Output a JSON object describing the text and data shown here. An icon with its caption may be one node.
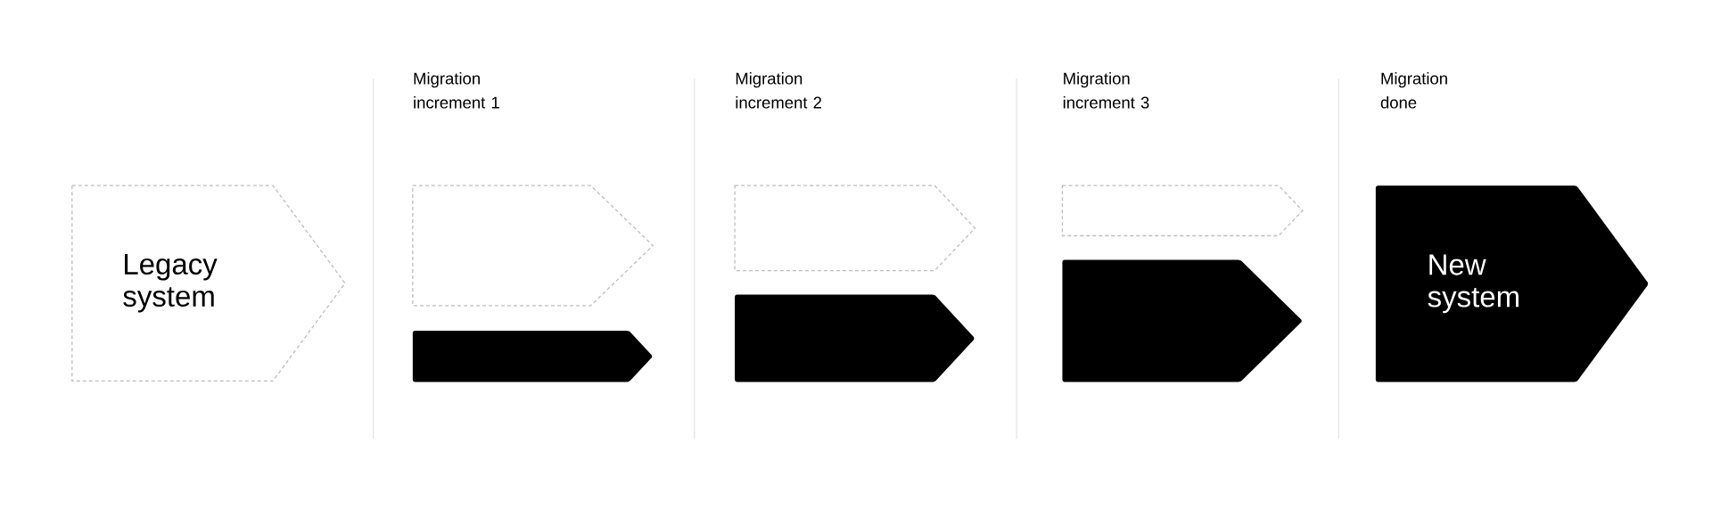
{
  "diagram": {
    "nodes": [
      {
        "text": [
          "Legacy system"
        ]
      },
      {
        "text": [],
        "shape": "pentagon"
      },
      {
        "text": [],
        "shape": "pentagon"
      },
      {
        "text": [],
        "shape": "pentagon"
      },
      {
        "text": [],
        "shape": "pentagon"
      },
      {
        "text": [],
        "shape": "pentagon"
      },
      {
        "text": [],
        "shape": "pentagon"
      },
      {
        "text": [
          "New system"
        ]
      }
    ],
    "edges": [],
    "labels": [
      "Migration increment 1",
      "Migration increment 2",
      "Migration increment 3",
      "Migration done"
    ]
  }
}
